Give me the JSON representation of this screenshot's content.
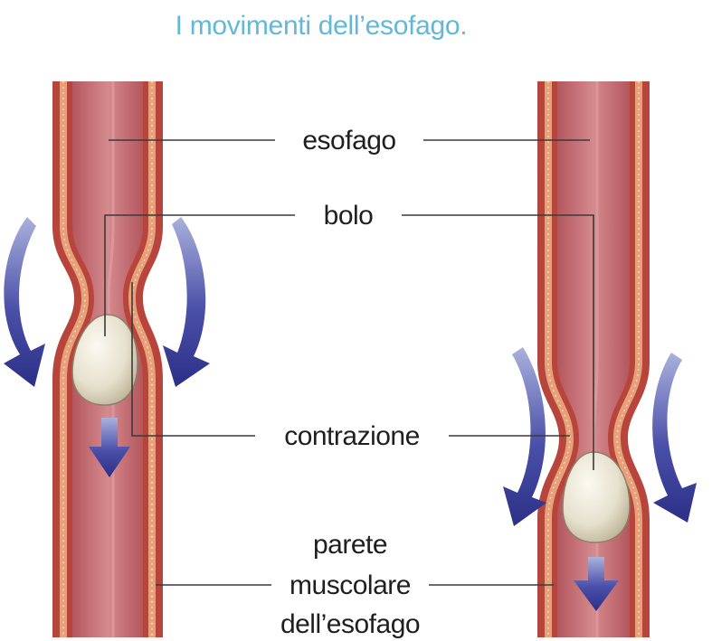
{
  "title": "I movimenti dell’esofago.",
  "labels": {
    "esophagus": "esofago",
    "bolus": "bolo",
    "contraction": "contrazione",
    "wall_line1": "parete",
    "wall_line2": "muscolare",
    "wall_line3": "dell’esofago"
  },
  "colors": {
    "title": "#62b8d8",
    "tube_outer": "#b8453c",
    "tube_band": "#e6a07a",
    "tube_lumen": "#c8737a",
    "bolus": "#e9e4d4",
    "arrow": "#3a3f9a"
  },
  "icons": [
    "curved-arrow-icon",
    "down-arrow-icon"
  ]
}
